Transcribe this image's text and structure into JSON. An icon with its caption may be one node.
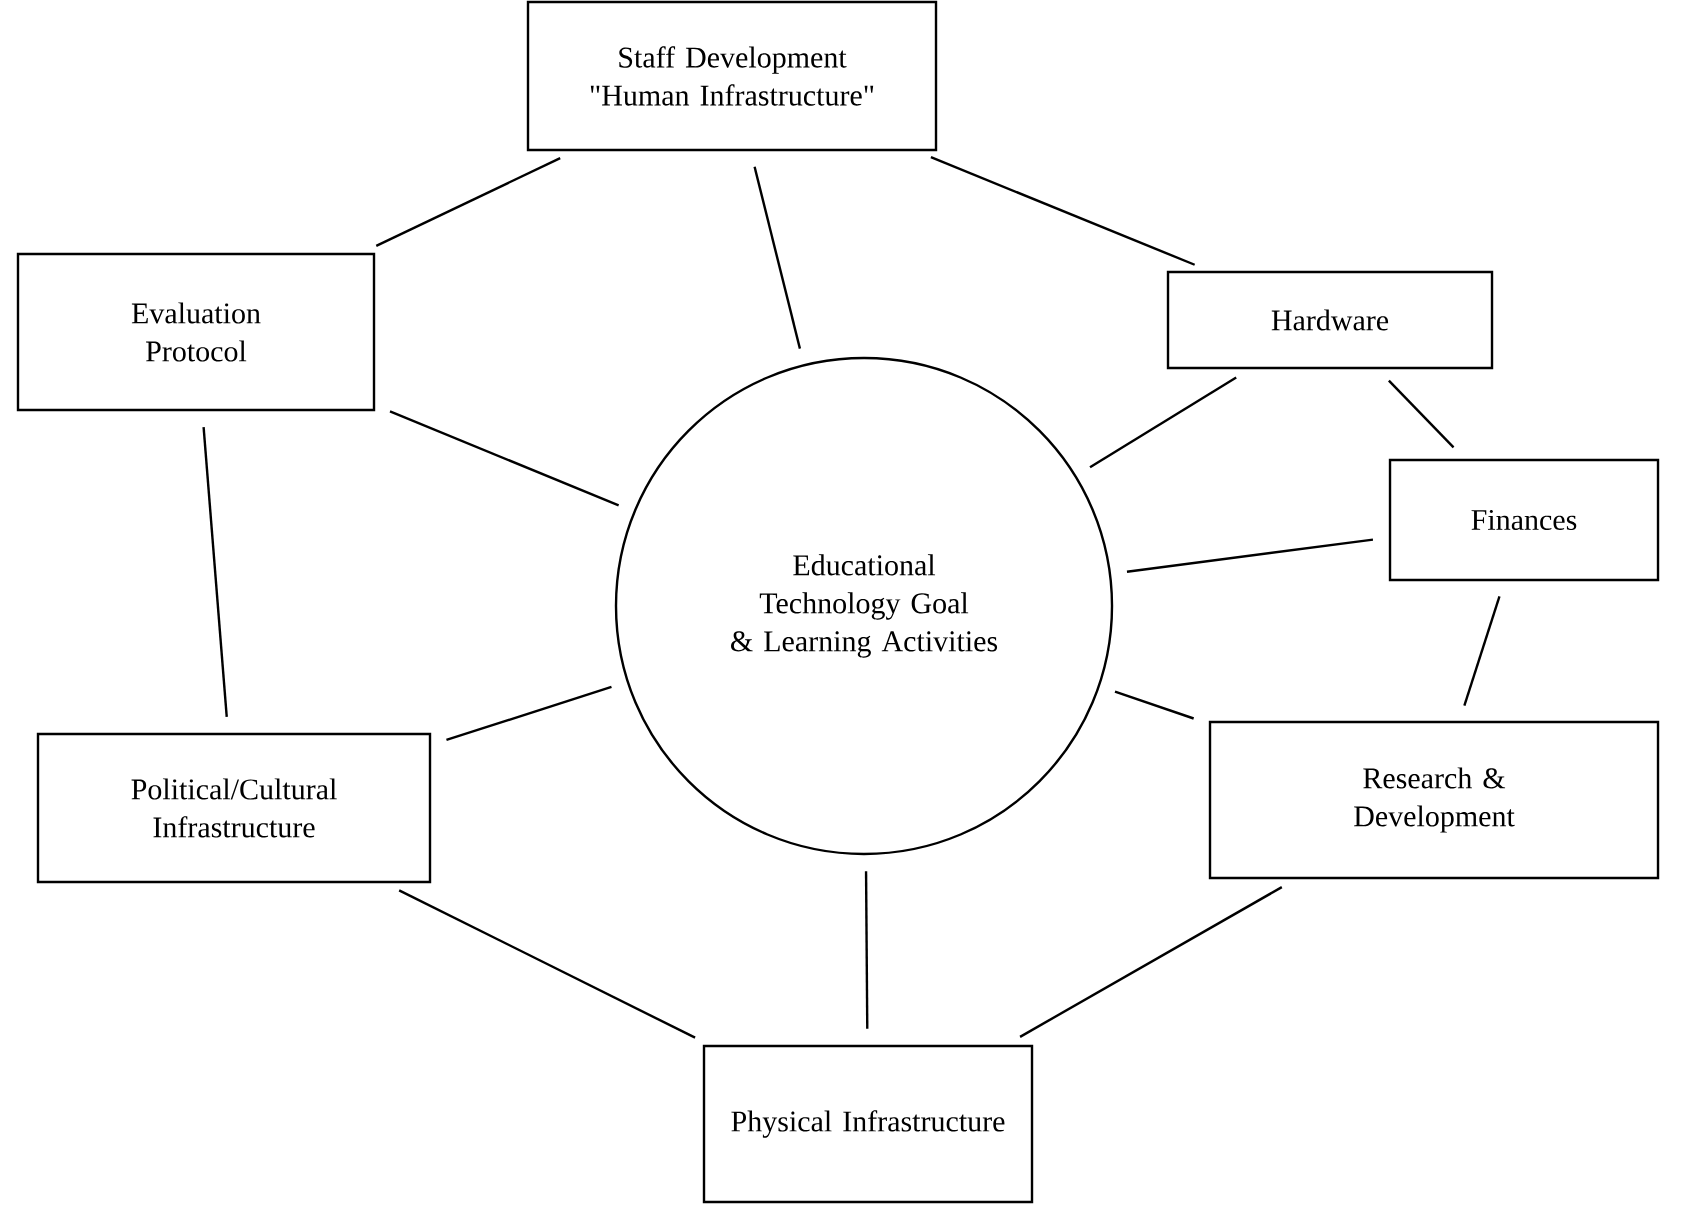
{
  "diagram": {
    "nodes": [
      {
        "text": [
          "Staff Development \"Human Infrastructure\""
        ]
      },
      {
        "text": [
          "Hardware"
        ]
      },
      {
        "text": [
          "Evaluation Protocol"
        ]
      },
      {
        "text": [
          "Educational Technology Goal & Learning Activities"
        ]
      },
      {
        "text": [
          "Finances"
        ]
      },
      {
        "text": [
          "Political/Cultural Infrastructure"
        ]
      },
      {
        "text": [
          "Research & Development"
        ]
      },
      {
        "text": [
          "Physical Infrastructure"
        ]
      }
    ],
    "edges": [
      {
        "from": 0,
        "to": 1,
        "arrow": "none"
      },
      {
        "from": 0,
        "to": 2,
        "arrow": "none"
      },
      {
        "from": 0,
        "to": 3,
        "arrow": "none"
      },
      {
        "from": 1,
        "to": 3,
        "arrow": "none"
      },
      {
        "from": 1,
        "to": 4,
        "arrow": "none"
      },
      {
        "from": 2,
        "to": 3,
        "arrow": "none"
      },
      {
        "from": 2,
        "to": 5,
        "arrow": "none"
      },
      {
        "from": 3,
        "to": 4,
        "arrow": "none"
      },
      {
        "from": 3,
        "to": 5,
        "arrow": "none"
      },
      {
        "from": 3,
        "to": 6,
        "arrow": "none"
      },
      {
        "from": 3,
        "to": 7,
        "arrow": "none"
      },
      {
        "from": 4,
        "to": 6,
        "arrow": "none"
      },
      {
        "from": 5,
        "to": 7,
        "arrow": "none"
      },
      {
        "from": 6,
        "to": 7,
        "arrow": "none"
      }
    ]
  }
}
